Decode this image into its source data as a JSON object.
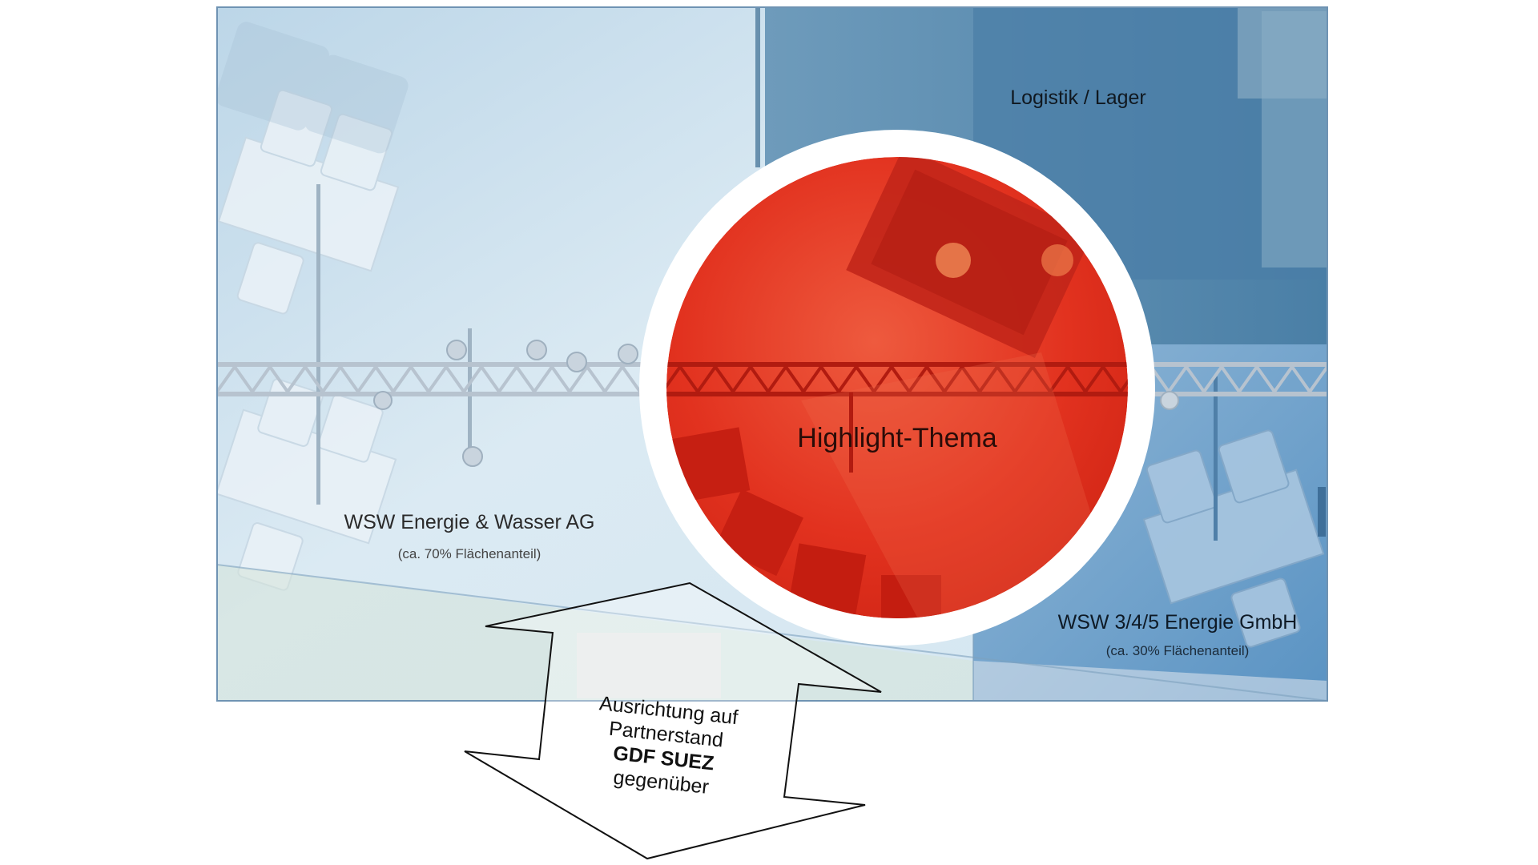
{
  "zones": {
    "main": {
      "name": "WSW Energie & Wasser AG",
      "share": "(ca. 70% Flächenanteil)"
    },
    "logistics": {
      "name": "Logistik / Lager"
    },
    "secondary": {
      "name": "WSW 3/4/5 Energie GmbH",
      "share": "(ca. 30% Flächenanteil)"
    },
    "highlight": {
      "name": "Highlight-Thema"
    }
  },
  "arrow": {
    "line1": "Ausrichtung auf",
    "line2": "Partnerstand",
    "line3": "GDF SUEZ",
    "line4": "gegenüber"
  },
  "colors": {
    "main_zone": "#cfe3f0",
    "logistics_zone": "#4f86ab",
    "secondary_zone": "#6a9fc8",
    "highlight_circle": "#e4301f",
    "truss": "#b7c3cf"
  }
}
